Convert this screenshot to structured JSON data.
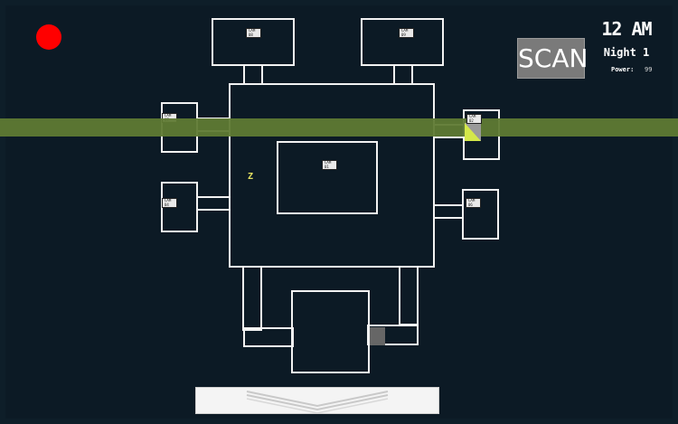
{
  "hud": {
    "clock": "12 AM",
    "night": "Night 1",
    "power_label": "Power:",
    "power_value": "99",
    "scan_label": "SCAN"
  },
  "cams": {
    "top_left": [
      "CAM",
      "08"
    ],
    "top_right": [
      "CAM",
      "09"
    ],
    "left_upper": [
      "CAM",
      "07"
    ],
    "left_lower": [
      "CAM",
      "04"
    ],
    "center": [
      "CAM",
      "01"
    ],
    "right_upper": [
      "CAM",
      "02"
    ],
    "right_lower": [
      "CAM",
      "06"
    ]
  },
  "marker": "Z",
  "colors": {
    "background": "#0c1a25",
    "scanline": "#5f7a33",
    "record": "#ff0000",
    "walls": "#f2f2f2"
  }
}
